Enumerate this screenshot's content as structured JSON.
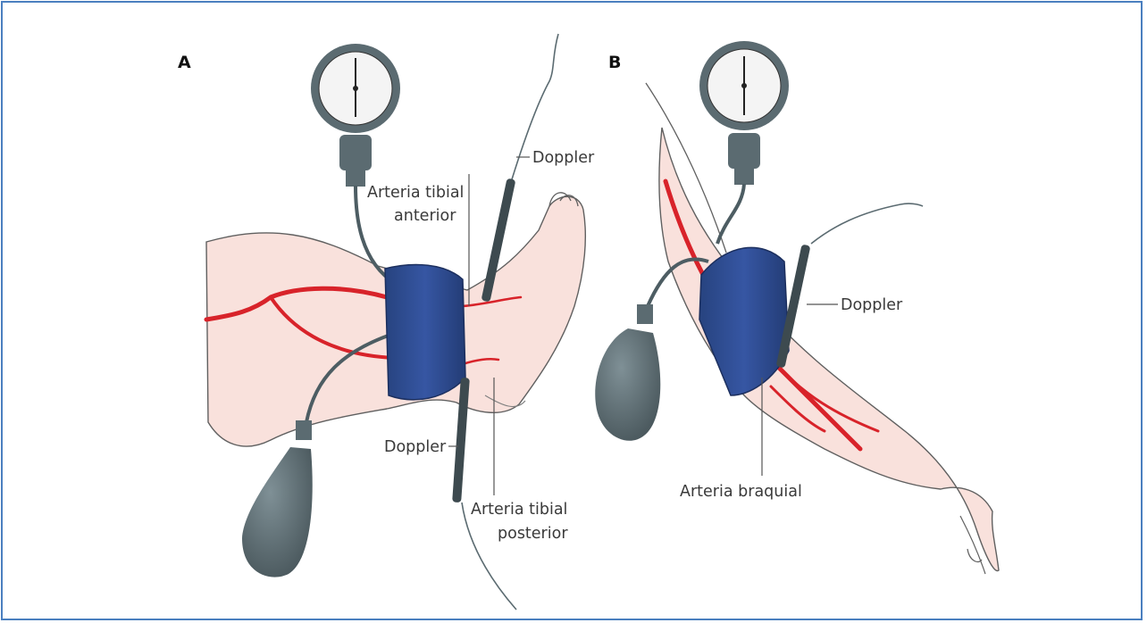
{
  "panels": [
    {
      "letter": "A",
      "labels": {
        "anterior_artery": [
          "Arteria tibial",
          "anterior"
        ],
        "doppler_top": "Doppler",
        "doppler_bottom": "Doppler",
        "posterior_artery": [
          "Arteria tibial",
          "posterior"
        ]
      }
    },
    {
      "letter": "B",
      "labels": {
        "doppler": "Doppler",
        "brachial_artery": "Arteria braquial"
      }
    }
  ],
  "colors": {
    "border": "#4a7fbf",
    "skin": "#f9e1dc",
    "artery": "#d8232a",
    "cuff": "#2f4f9a",
    "device": "#5b6b71",
    "tube": "#4d5d63"
  }
}
